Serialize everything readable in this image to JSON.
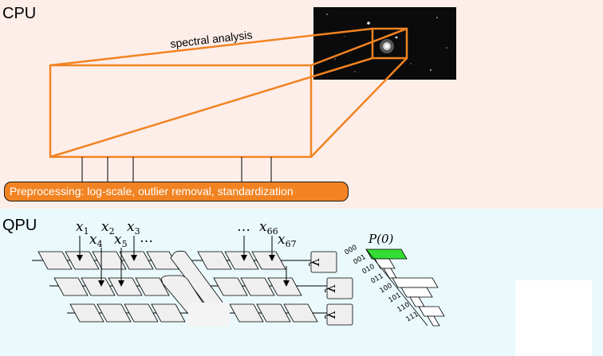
{
  "zones": {
    "cpu_label": "CPU",
    "qpu_label": "QPU"
  },
  "spectral_label": "spectral analysis",
  "preprocessing_label": "Preprocessing: log-scale, outlier removal, standardization",
  "inputs": {
    "x1": "x",
    "x1_sub": "1",
    "x2": "x",
    "x2_sub": "2",
    "x3": "x",
    "x3_sub": "3",
    "x4": "x",
    "x4_sub": "4",
    "x5": "x",
    "x5_sub": "5",
    "x66": "x",
    "x66_sub": "66",
    "x67": "x",
    "x67_sub": "67",
    "ellipsis": "…"
  },
  "probability_label": "P(0)",
  "bitstrings": [
    "000",
    "001",
    "010",
    "011",
    "100",
    "101",
    "110",
    "111"
  ],
  "measurement_symbol": "λ",
  "colors": {
    "accent": "#f28322",
    "highlight_bar": "#33dd33",
    "cpu_bg": "#fdeeea",
    "qpu_bg": "#eaf9fb"
  }
}
